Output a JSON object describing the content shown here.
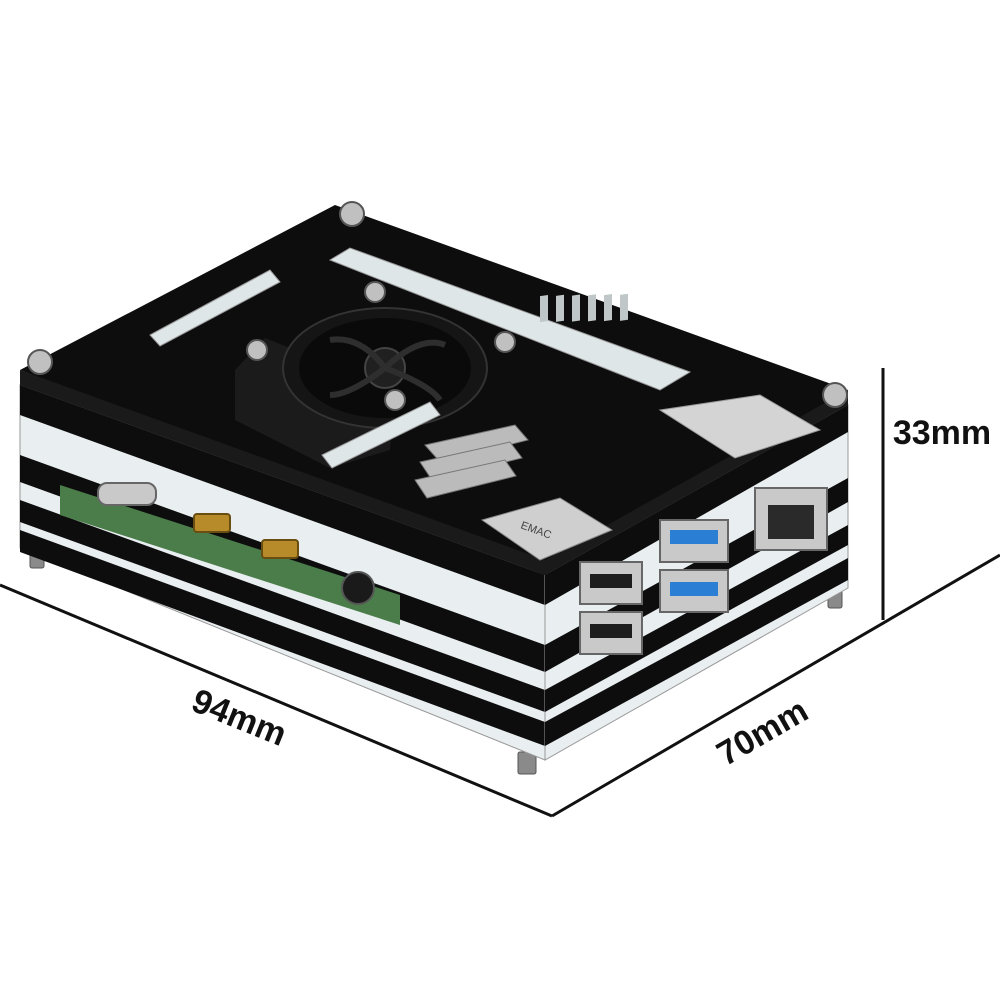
{
  "product": {
    "name": "case-with-fan-product-photo"
  },
  "dimensions": {
    "width_label": "94mm",
    "depth_label": "70mm",
    "height_label": "33mm"
  },
  "board_markings": {
    "shield_text": "EMAC",
    "usb3_color": "#2a7fd4"
  },
  "colors": {
    "acrylic_black": "#0d0d0d",
    "acrylic_clear": "#e8eef0",
    "dimension_line": "#111111",
    "pcb_green": "#4b7d4b"
  }
}
